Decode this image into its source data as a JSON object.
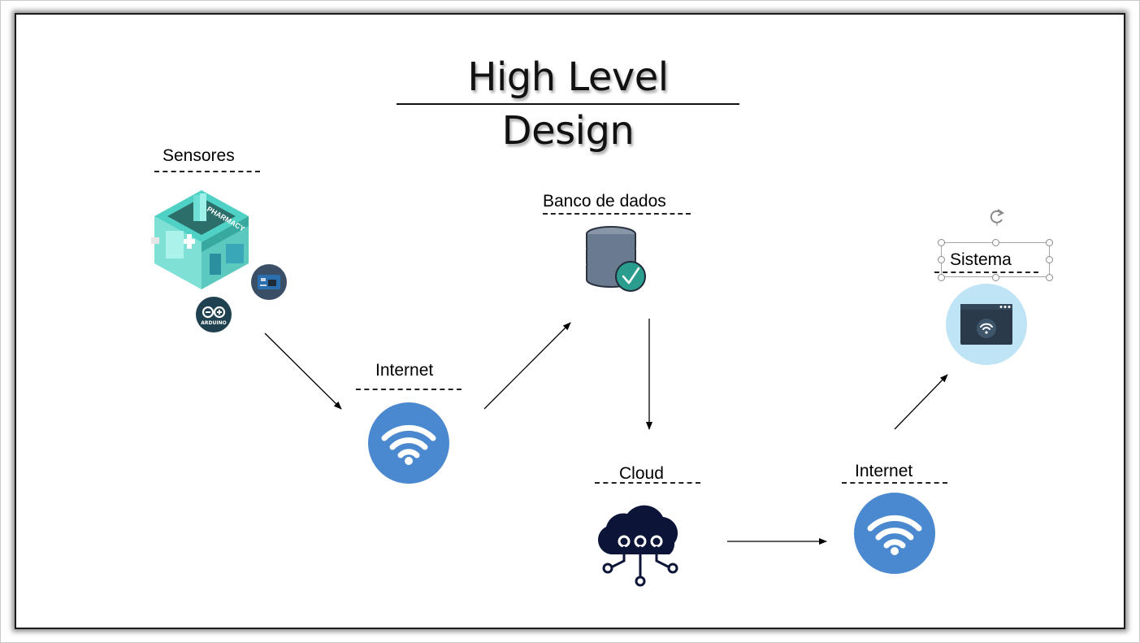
{
  "title": "High Level Design",
  "nodes": {
    "sensores": {
      "label": "Sensores"
    },
    "internet_1": {
      "label": "Internet"
    },
    "banco": {
      "label": "Banco de dados"
    },
    "cloud": {
      "label": "Cloud"
    },
    "internet_2": {
      "label": "Internet"
    },
    "sistema": {
      "label": "Sistema"
    }
  },
  "icons": {
    "pharmacy": {
      "name": "pharmacy-building-icon",
      "sign": "PHARMACY"
    },
    "arduino": {
      "name": "arduino-logo-icon",
      "text": "ARDUINO"
    },
    "board": {
      "name": "circuit-board-icon"
    },
    "wifi": {
      "name": "wifi-icon",
      "color": "#4a89d0"
    },
    "database": {
      "name": "database-check-icon",
      "color": "#6a7a8f",
      "check_color": "#2a9d8f"
    },
    "cloud": {
      "name": "cloud-network-icon",
      "color": "#0c1538"
    },
    "system": {
      "name": "browser-wifi-icon",
      "bg": "#bfe4f6",
      "window": "#2b3a4a"
    }
  },
  "edges": [
    {
      "from": "sensores",
      "to": "internet_1"
    },
    {
      "from": "internet_1",
      "to": "banco"
    },
    {
      "from": "banco",
      "to": "cloud"
    },
    {
      "from": "cloud",
      "to": "internet_2"
    },
    {
      "from": "internet_2",
      "to": "sistema"
    }
  ]
}
